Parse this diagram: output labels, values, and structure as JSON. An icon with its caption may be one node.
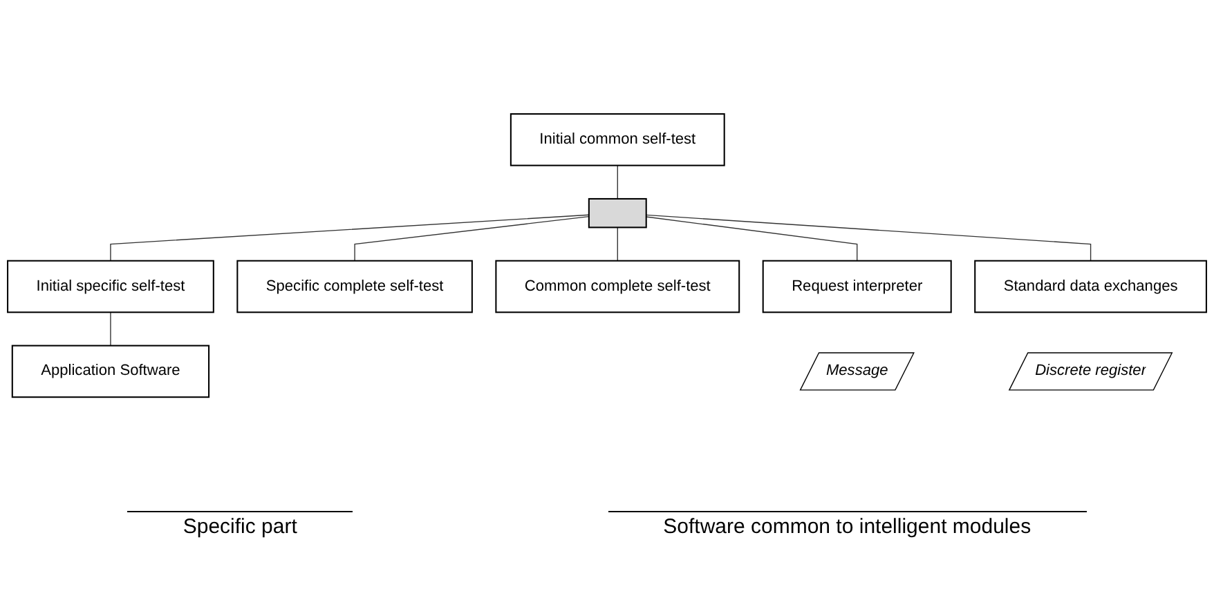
{
  "diagram": {
    "nodes": [
      {
        "text": [
          "Initial common self-test"
        ]
      },
      {
        "text": [],
        "shape": "bar"
      },
      {
        "text": [
          "Initial specific self-test"
        ]
      },
      {
        "text": [
          "Specific complete self-test"
        ]
      },
      {
        "text": [
          "Common complete self-test"
        ]
      },
      {
        "text": [
          "Request interpreter"
        ]
      },
      {
        "text": [
          "Standard data exchanges"
        ]
      },
      {
        "text": [
          "Application Software"
        ]
      },
      {
        "text": [
          "Message"
        ]
      },
      {
        "text": [
          "Discrete register"
        ]
      }
    ],
    "edges": [
      {
        "from": 0,
        "to": 1,
        "arrow": "none"
      },
      {
        "from": 1,
        "to": 2,
        "arrow": "none"
      },
      {
        "from": 1,
        "to": 3,
        "arrow": "none"
      },
      {
        "from": 1,
        "to": 4,
        "arrow": "none"
      },
      {
        "from": 1,
        "to": 5,
        "arrow": "none"
      },
      {
        "from": 1,
        "to": 6,
        "arrow": "none"
      },
      {
        "from": 2,
        "to": 7,
        "arrow": "none"
      }
    ],
    "labels": [
      "Specific part",
      "Software common to intelligent modules"
    ]
  }
}
